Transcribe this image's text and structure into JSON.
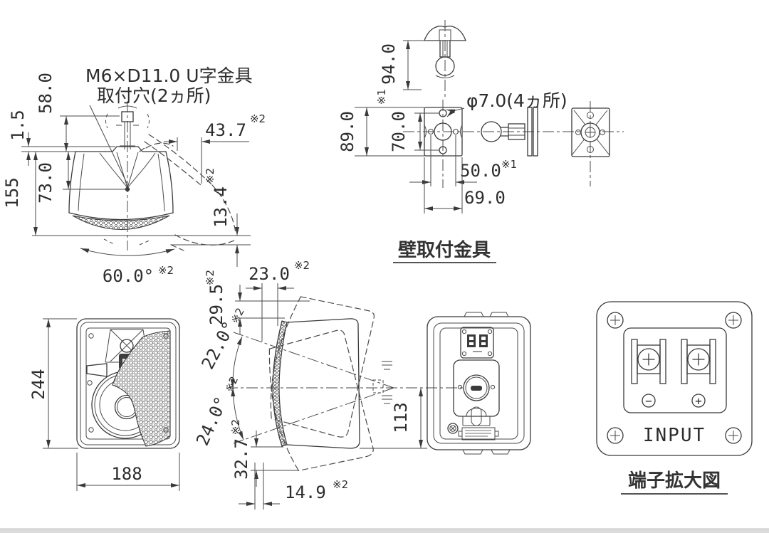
{
  "page": {
    "background": "#ffffff",
    "line_color": "#3a3a3a",
    "footer_bar_color": "#dcdcdc"
  },
  "notes": {
    "n1": "※1",
    "n2": "※2"
  },
  "top_view": {
    "callout": {
      "line1": "M6×D11.0 U字金具",
      "line2": "取付穴(2ヵ所)"
    },
    "dims": {
      "bracket_height": "58.0",
      "step": "1.5",
      "hole_offset": "73.0",
      "depth": "155",
      "swing_offset": "43.7",
      "bottom_gap": "13.4",
      "swivel_angle": "60.0°"
    }
  },
  "bracket_view": {
    "caption": "壁取付金具",
    "hole_label": "φ7.0(4ヵ所)",
    "dims": {
      "arm_length": "94.0",
      "plate_height": "89.0",
      "hole_pitch_v": "70.0",
      "hole_pitch_h": "50.0",
      "plate_width": "69.0"
    }
  },
  "front_view": {
    "dims": {
      "height": "244",
      "width": "188"
    }
  },
  "side_view": {
    "dims": {
      "top_offset": "23.0",
      "top_rise": "29.5",
      "tilt_up": "22.0°",
      "tilt_down": "24.0°",
      "bottom_drop": "32.7",
      "front_offset": "14.9",
      "axis_height": "113"
    }
  },
  "rear_view": {},
  "terminal_view": {
    "input_label": "INPUT",
    "minus": "−",
    "plus": "+",
    "caption": "端子拡大図"
  }
}
